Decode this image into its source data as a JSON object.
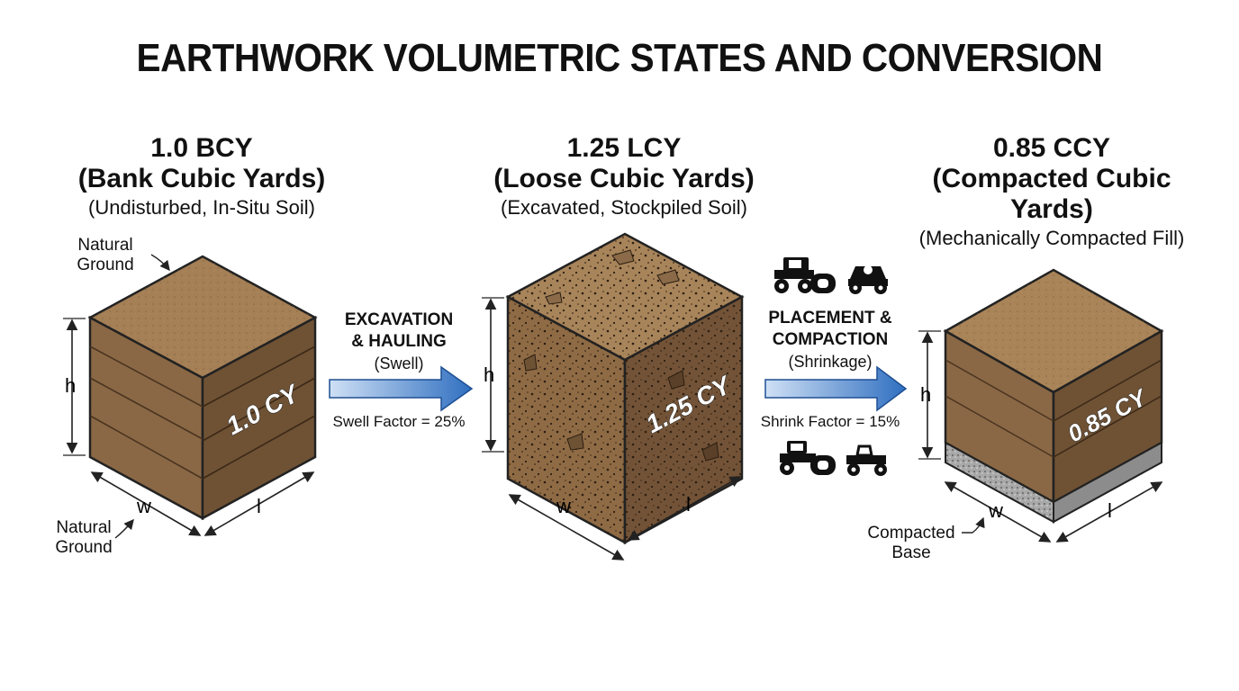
{
  "title": "EARTHWORK VOLUMETRIC STATES AND CONVERSION",
  "states": [
    {
      "value": "1.0 BCY",
      "name": "(Bank Cubic Yards)",
      "desc": "(Undisturbed, In-Situ Soil)",
      "cube_label": "1.0 CY"
    },
    {
      "value": "1.25 LCY",
      "name": "(Loose Cubic Yards)",
      "desc": "(Excavated, Stockpiled Soil)",
      "cube_label": "1.25 CY"
    },
    {
      "value": "0.85 CCY",
      "name": "(Compacted Cubic Yards)",
      "desc": "(Mechanically Compacted Fill)",
      "cube_label": "0.85 CY"
    }
  ],
  "processes": [
    {
      "line1": "EXCAVATION",
      "line2": "& HAULING",
      "type": "(Swell)",
      "factor": "Swell Factor = 25%"
    },
    {
      "line1": "PLACEMENT &",
      "line2": "COMPACTION",
      "type": "(Shrinkage)",
      "factor": "Shrink Factor = 15%"
    }
  ],
  "annotations": {
    "natural_ground_top": [
      "Natural",
      "Ground"
    ],
    "natural_ground_bottom": [
      "Natural",
      "Ground"
    ],
    "compacted_base": [
      "Compacted",
      "Base"
    ]
  },
  "dimensions": {
    "h": "h",
    "w": "w",
    "l": "l"
  },
  "colors": {
    "soil_top": "#a57f55",
    "soil_front": "#8a6845",
    "soil_side": "#6f5234",
    "arrow": "#2f6fc0",
    "base": "#9a9a9a"
  },
  "icons": [
    "bulldozer-icon",
    "roller-icon",
    "compactor-icon",
    "tractor-icon"
  ]
}
